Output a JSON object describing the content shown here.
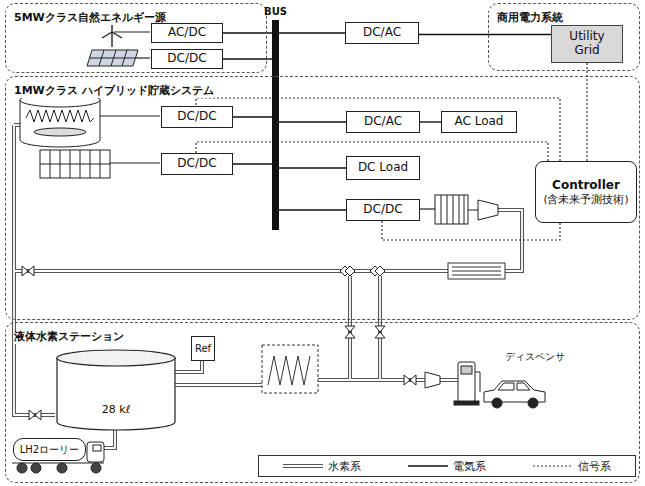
{
  "diagram": {
    "nodes": [
      {
        "text": [
          "5MWクラス自然エネルギー源"
        ]
      },
      {
        "text": [
          "AC/DC"
        ],
        "in": 0
      },
      {
        "text": [
          "DC/DC"
        ],
        "in": 0
      },
      {
        "text": [
          "BUS"
        ]
      },
      {
        "text": [
          "商用電力系統"
        ]
      },
      {
        "text": [
          "Utility Grid"
        ],
        "in": 4
      },
      {
        "text": [
          "DC/AC"
        ]
      },
      {
        "text": [
          "1MWクラス ハイブリッド貯蔵システム"
        ]
      },
      {
        "text": [
          "DC/DC"
        ],
        "in": 7
      },
      {
        "text": [
          "DC/AC"
        ],
        "in": 7
      },
      {
        "text": [
          "AC Load"
        ],
        "in": 7
      },
      {
        "text": [
          "DC Load"
        ],
        "in": 7
      },
      {
        "text": [
          "DC/DC"
        ],
        "in": 7
      },
      {
        "text": [
          "DC/DC"
        ],
        "in": 7
      },
      {
        "text": [
          "Controller",
          "(含未来予測技術)"
        ],
        "in": 7
      },
      {
        "text": [
          "液体水素ステーション"
        ]
      },
      {
        "text": [
          "28 kℓ"
        ],
        "in": 15
      },
      {
        "text": [
          "Ref"
        ],
        "in": 15
      },
      {
        "text": [
          "LH2ローリー"
        ],
        "in": 15
      }
    ],
    "edges": [
      {
        "from": 1,
        "to": 3,
        "arrow": "none"
      },
      {
        "from": 2,
        "to": 3,
        "arrow": "none"
      },
      {
        "from": 3,
        "to": 6,
        "arrow": "none"
      },
      {
        "from": 6,
        "to": 5,
        "arrow": "none"
      },
      {
        "from": 3,
        "to": 9,
        "arrow": "none"
      },
      {
        "from": 9,
        "to": 10,
        "arrow": "none"
      },
      {
        "from": 3,
        "to": 11,
        "arrow": "none"
      },
      {
        "from": 8,
        "to": 3,
        "arrow": "none"
      },
      {
        "from": 12,
        "to": 3,
        "arrow": "none"
      },
      {
        "from": 3,
        "to": 13,
        "arrow": "none"
      },
      {
        "from": 14,
        "to": 5,
        "arrow": "none"
      },
      {
        "from": 14,
        "to": 8,
        "arrow": "none"
      },
      {
        "from": 14,
        "to": 12,
        "arrow": "none"
      },
      {
        "from": 14,
        "to": 13,
        "arrow": "none"
      }
    ],
    "labels": [
      "ディスペンサ"
    ],
    "legend": [
      {
        "text": "水素系"
      },
      {
        "text": "電気系"
      },
      {
        "text": "信号系"
      }
    ]
  }
}
